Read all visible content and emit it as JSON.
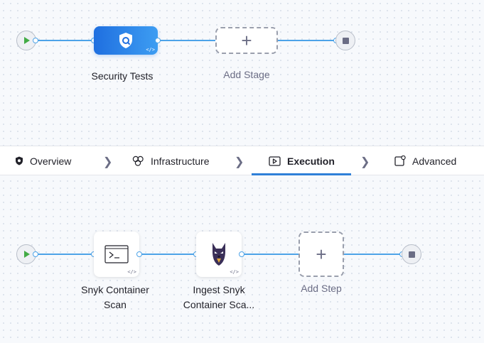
{
  "stage_pipeline": {
    "stages": [
      {
        "label": "Security Tests",
        "icon": "shield-icon",
        "code_tag": "</>"
      }
    ],
    "add_stage_label": "Add Stage"
  },
  "tabs": [
    {
      "label": "Overview",
      "icon": "shield-icon",
      "active": false
    },
    {
      "label": "Infrastructure",
      "icon": "infrastructure-icon",
      "active": false
    },
    {
      "label": "Execution",
      "icon": "execution-icon",
      "active": true
    },
    {
      "label": "Advanced",
      "icon": "advanced-icon",
      "active": false
    }
  ],
  "step_pipeline": {
    "steps": [
      {
        "label_line1": "Snyk Container",
        "label_line2": "Scan",
        "icon": "terminal-icon",
        "code_tag": "</>"
      },
      {
        "label_line1": "Ingest Snyk",
        "label_line2": "Container Sca...",
        "icon": "snyk-logo-icon",
        "code_tag": "</>"
      }
    ],
    "add_step_label": "Add Step"
  },
  "colors": {
    "accent": "#2f80d8",
    "connector": "#4da3e8",
    "run_green": "#42ab45"
  }
}
